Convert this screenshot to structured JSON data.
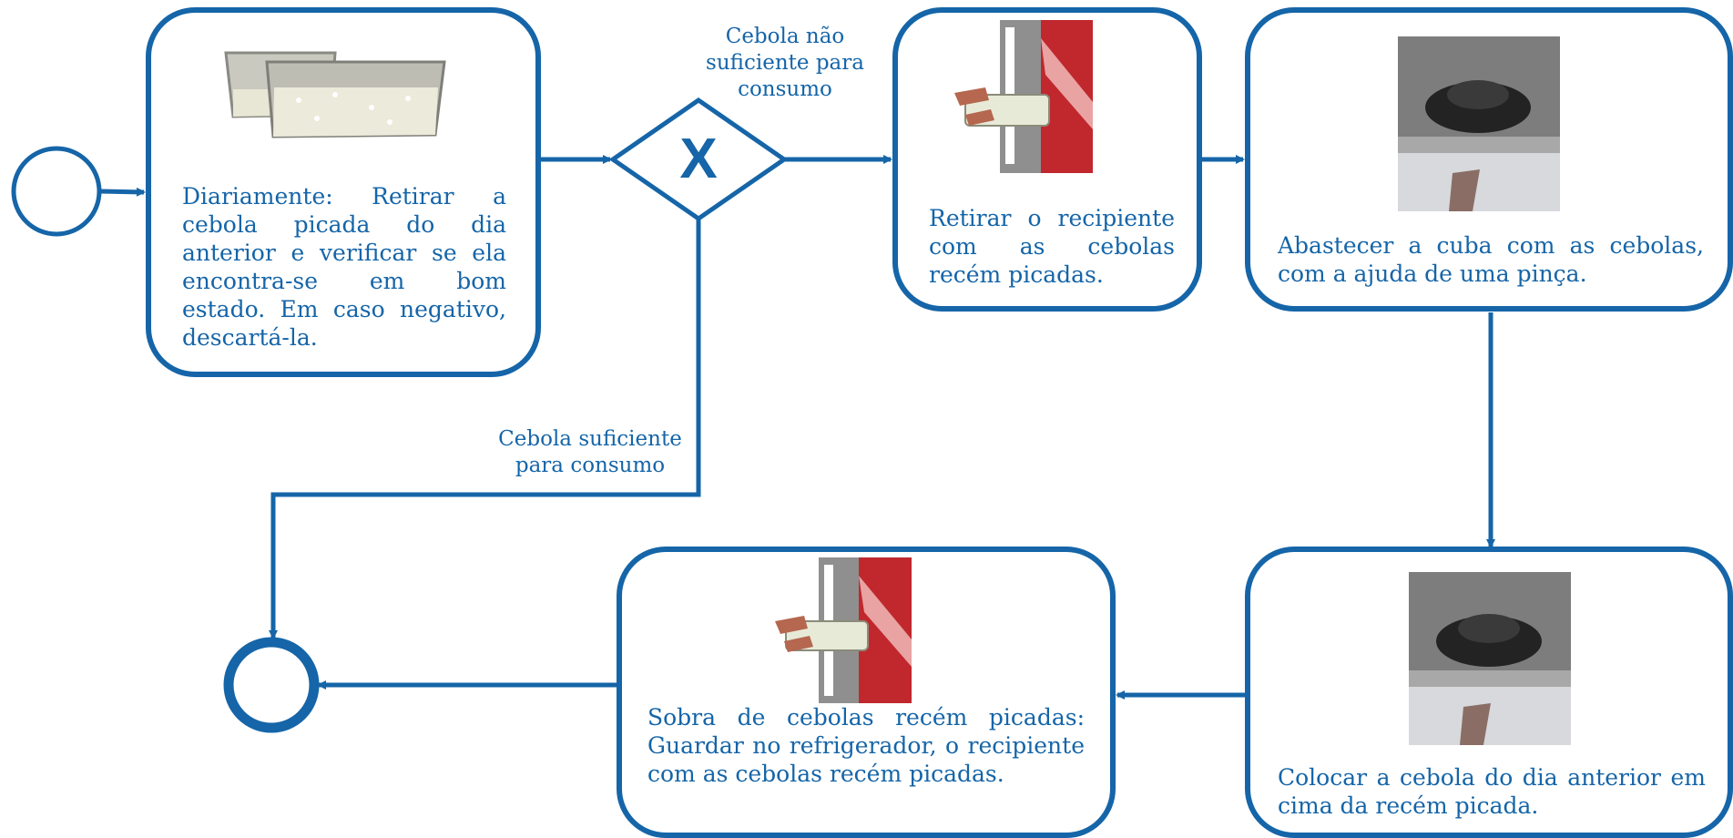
{
  "colors": {
    "primary": "#1565A8",
    "background": "#FFFFFF"
  },
  "gateway": {
    "symbol": "X"
  },
  "flow_labels": {
    "not_enough": "Cebola não suficiente para consumo",
    "enough": "Cebola suficiente para consumo"
  },
  "tasks": [
    {
      "text": "Diariamente: Retirar a cebola picada do dia anterior e verificar se ela encontra-se em bom estado. Em caso negativo, descartá-la.",
      "icon": "onion-containers-photo"
    },
    {
      "text": "Retirar o recipiente com as cebolas recém picadas.",
      "icon": "fridge-container-photo"
    },
    {
      "text": "Abastecer a cuba com as cebolas, com a ajuda de uma pinça.",
      "icon": "steel-tray-photo"
    },
    {
      "text": "Colocar a cebola do dia anterior em cima da recém picada.",
      "icon": "steel-tray-photo"
    },
    {
      "text": "Sobra de cebolas recém picadas: Guardar no refrigerador, o recipiente com as cebolas recém picadas.",
      "icon": "fridge-container-photo"
    }
  ]
}
